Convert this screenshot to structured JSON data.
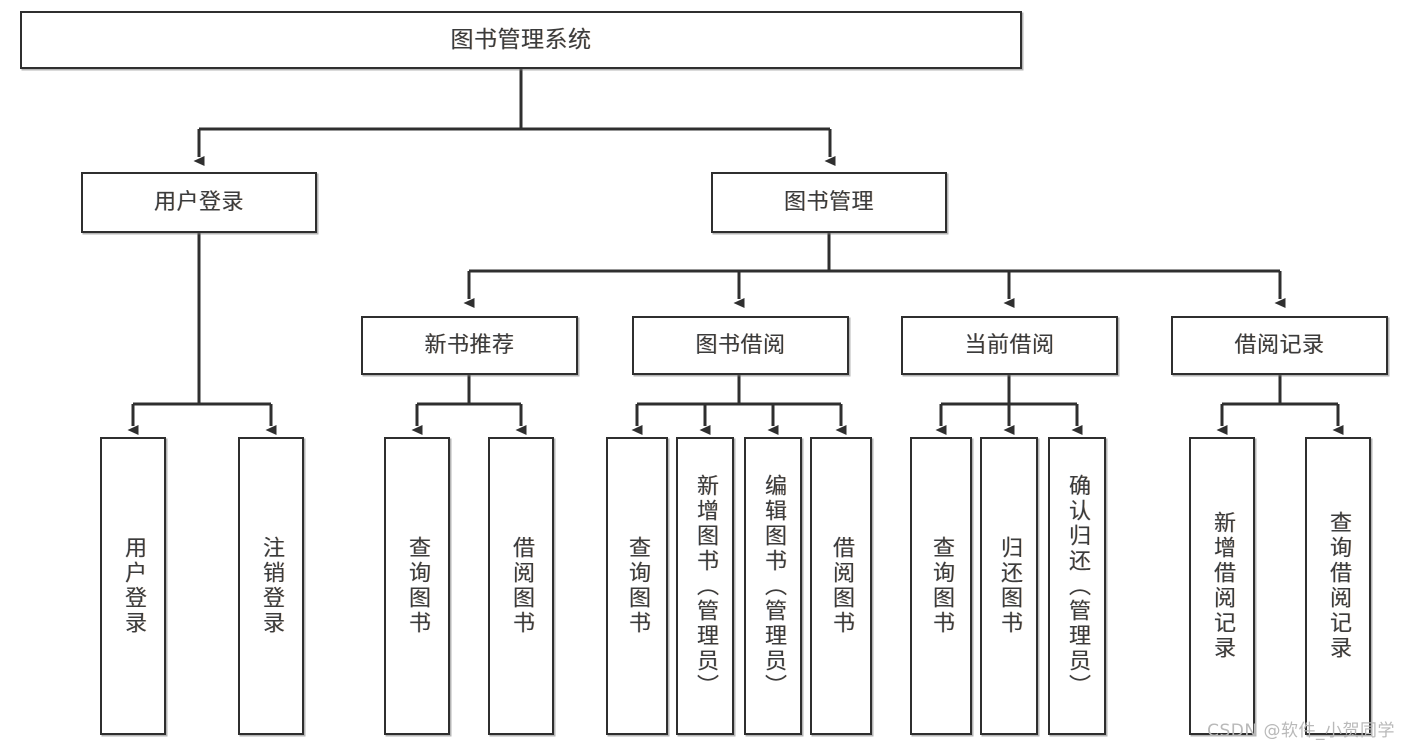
{
  "diagram": {
    "title": "图书管理系统",
    "type": "hierarchy-tree",
    "colors": {
      "box_border": "#2f2f2f",
      "box_fill": "#ffffff",
      "edge": "#2f2f2f",
      "text": "#3b3b3b",
      "watermark": "#b9b9b9",
      "background": "#ffffff"
    },
    "root": {
      "label": "图书管理系统"
    },
    "level1": [
      {
        "label": "用户登录"
      },
      {
        "label": "图书管理"
      }
    ],
    "level2": [
      {
        "label": "新书推荐"
      },
      {
        "label": "图书借阅"
      },
      {
        "label": "当前借阅"
      },
      {
        "label": "借阅记录"
      }
    ],
    "leaves": {
      "user_login": [
        {
          "label": "用户登录"
        },
        {
          "label": "注销登录"
        }
      ],
      "new_book_recommend": [
        {
          "label": "查询图书"
        },
        {
          "label": "借阅图书"
        }
      ],
      "book_borrow": [
        {
          "label": "查询图书"
        },
        {
          "label": "新增图书（管理员）"
        },
        {
          "label": "编辑图书（管理员）"
        },
        {
          "label": "借阅图书"
        }
      ],
      "current_borrow": [
        {
          "label": "查询图书"
        },
        {
          "label": "归还图书"
        },
        {
          "label": "确认归还（管理员）"
        }
      ],
      "borrow_record": [
        {
          "label": "新增借阅记录"
        },
        {
          "label": "查询借阅记录"
        }
      ]
    },
    "watermark": "CSDN @软件_小贺同学"
  }
}
